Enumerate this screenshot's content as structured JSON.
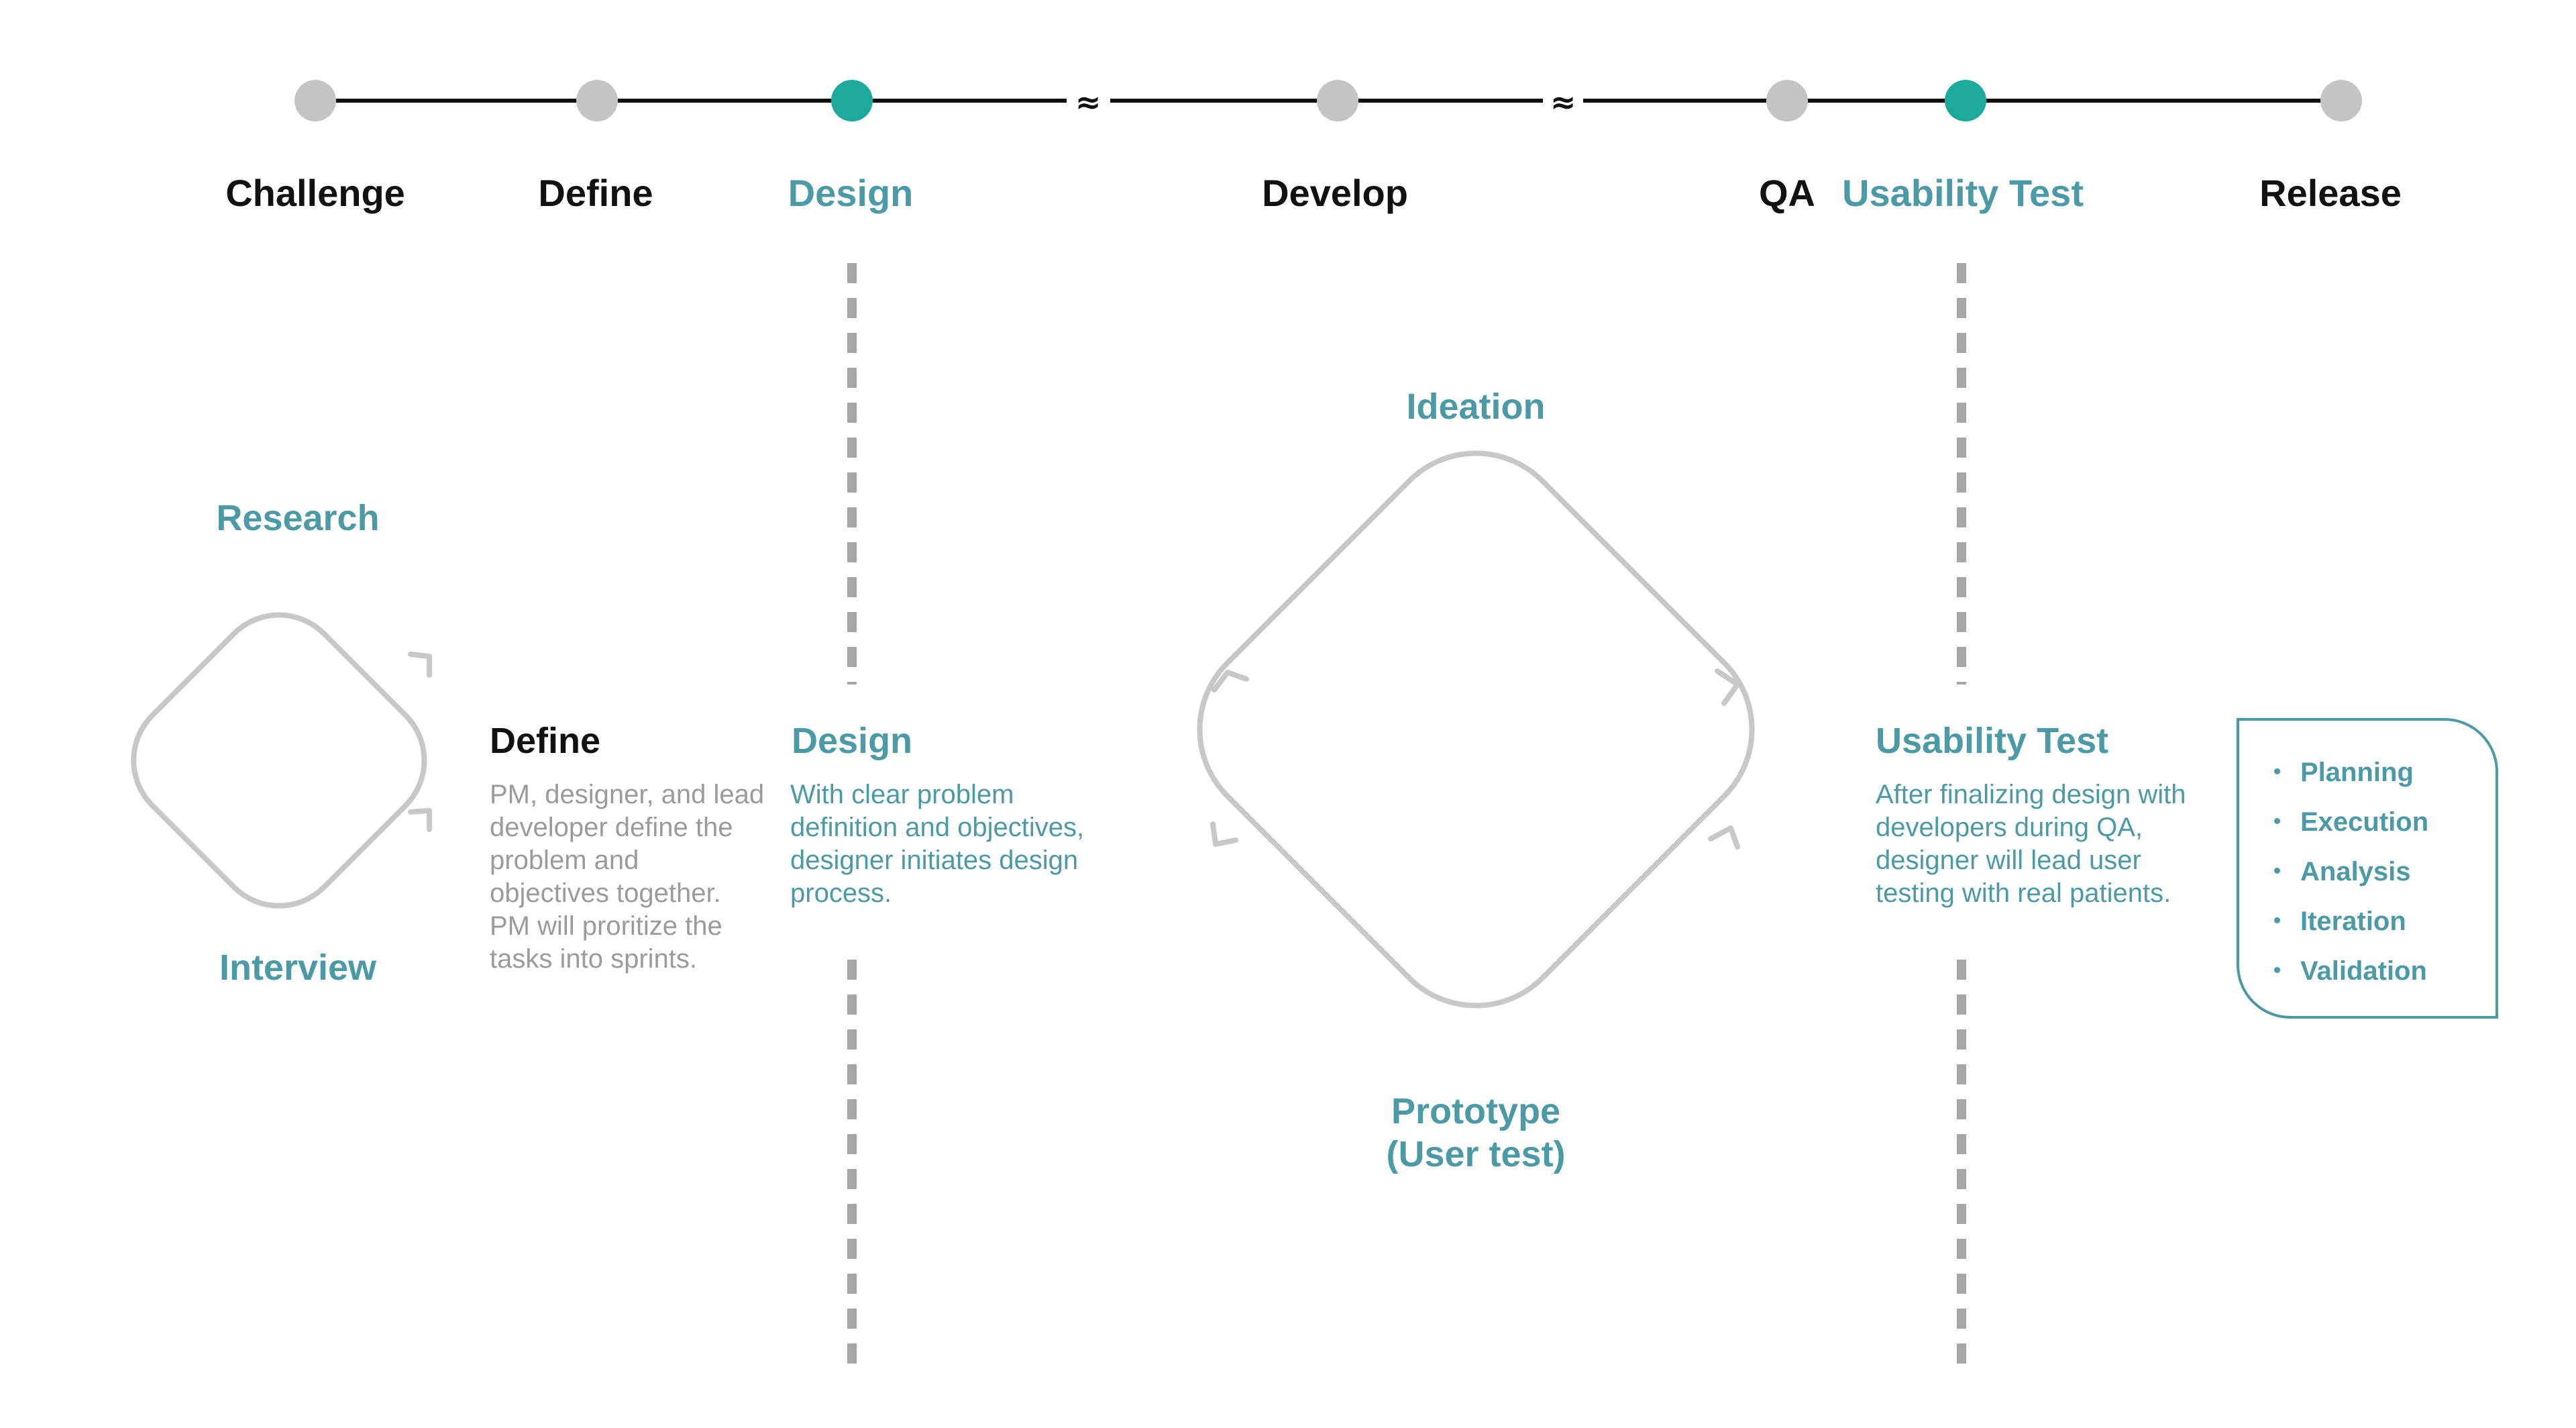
{
  "timeline": {
    "stages": [
      {
        "label": "Challenge",
        "status": "inactive"
      },
      {
        "label": "Define",
        "status": "inactive"
      },
      {
        "label": "Design",
        "status": "active"
      },
      {
        "label": "Develop",
        "status": "inactive"
      },
      {
        "label": "QA",
        "status": "inactive"
      },
      {
        "label": "Usability Test",
        "status": "active"
      },
      {
        "label": "Release",
        "status": "inactive"
      }
    ],
    "break_marks": [
      "≈",
      "≈"
    ]
  },
  "colors": {
    "accent": "#4b9aa6",
    "active_node": "#1ea99d",
    "inactive_node": "#c4c4c4",
    "line": "#111111",
    "loop_stroke": "#c8c8c8",
    "divider": "#a6a6a6",
    "body_gray": "#9b9b9b"
  },
  "define_loop": {
    "top_label": "Research",
    "bottom_label": "Interview"
  },
  "define_block": {
    "heading": "Define",
    "text": "PM, designer, and lead developer define the problem and objectives together. PM will proritize the tasks into sprints."
  },
  "design_block": {
    "heading": "Design",
    "text": "With clear problem definition and objectives, designer initiates design process."
  },
  "design_loop": {
    "top_label": "Ideation",
    "bottom_label_line1": "Prototype",
    "bottom_label_line2": "(User test)"
  },
  "usability_block": {
    "heading": "Usability Test",
    "text": "After finalizing design with developers during QA, designer will lead user testing with real patients."
  },
  "checklist": {
    "items": [
      "Planning",
      "Execution",
      "Analysis",
      "Iteration",
      "Validation"
    ]
  }
}
